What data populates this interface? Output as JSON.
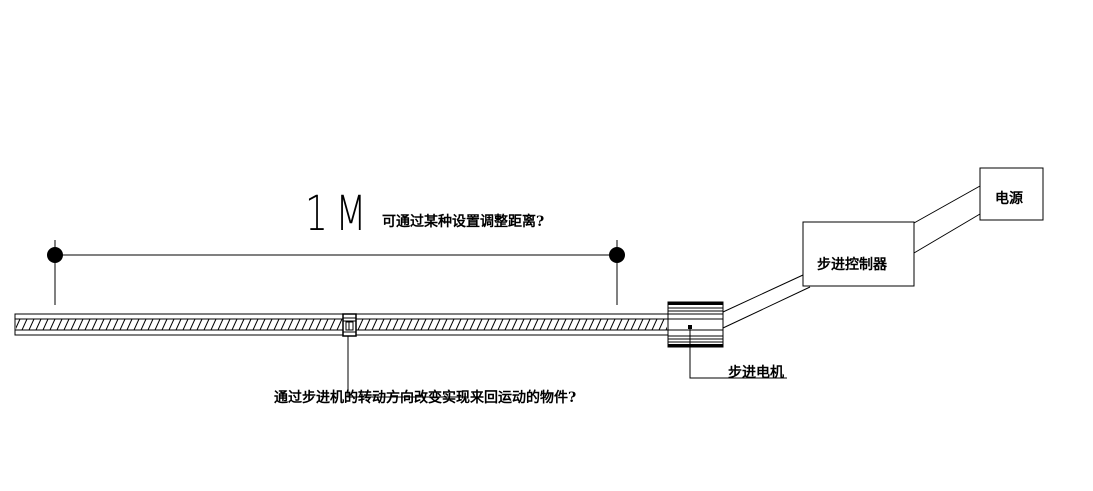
{
  "diagram": {
    "dimension": {
      "value_label": "1M",
      "question": "可通过某种设置调整距离?"
    },
    "slider": {
      "question": "通过步进机的转动方向改变实现来回运动的物件?"
    },
    "motor": {
      "label": "步进电机"
    },
    "controller": {
      "label": "步进控制器"
    },
    "power": {
      "label": "电源"
    },
    "colors": {
      "line": "#000000",
      "background": "#ffffff"
    }
  }
}
